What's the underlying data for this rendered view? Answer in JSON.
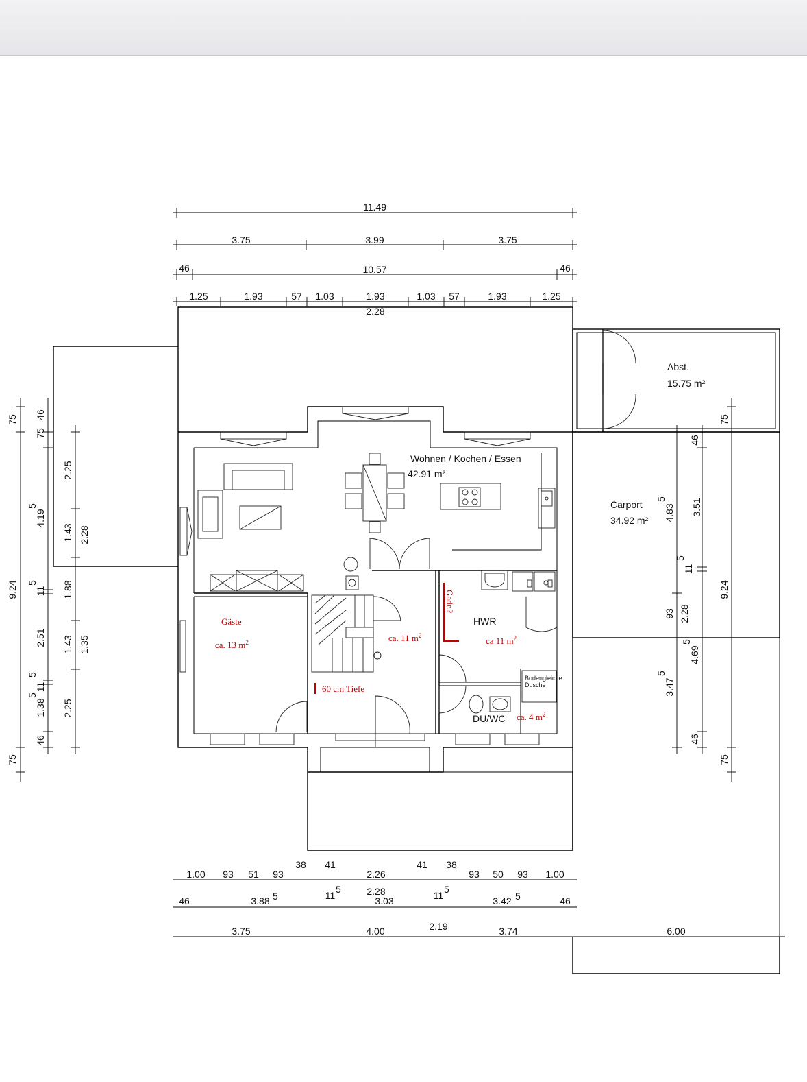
{
  "rooms": {
    "wohnen_name": "Wohnen / Kochen / Essen",
    "wohnen_area": "42.91 m²",
    "abst_name": "Abst.",
    "abst_area": "15.75 m²",
    "carport_name": "Carport",
    "carport_area": "34.92 m²",
    "gaeste_name": "Gäste",
    "gaeste_area": "ca. 13 m",
    "flur_area": "ca. 11 m",
    "hwr_name": "HWR",
    "hwr_area": "ca 11 m",
    "duwc_name": "DU/WC",
    "duwc_area": "ca. 4 m",
    "sup2": "2",
    "shower": "Bodengleiche",
    "shower2": "Dusche"
  },
  "annotations": {
    "gadr": "Gadr.?",
    "tiefe": "60 cm Tiefe"
  },
  "dims_top": {
    "r1": "11.49",
    "r2": [
      "3.75",
      "3.99",
      "3.75"
    ],
    "r3_total": "10.57",
    "r3_edge": "46",
    "r4": [
      "1.25",
      "1.93",
      "57",
      "1.03",
      "1.93",
      "1.03",
      "57",
      "1.93",
      "1.25"
    ],
    "r4_sub": "2.28"
  },
  "dims_left": {
    "outer": [
      "75",
      "9.24",
      "75"
    ],
    "col2": [
      "46",
      "75",
      "4.19",
      "11",
      "2.51",
      "11",
      "1.38",
      "46"
    ],
    "col3": [
      "2.25",
      "1.43",
      "1.88",
      "1.43",
      "2.25"
    ],
    "col4": [
      "2.28",
      "1.35"
    ],
    "sup5": "5"
  },
  "dims_right": {
    "col1": [
      "4.83",
      "3.47"
    ],
    "col2": [
      "46",
      "93",
      "4.69",
      "46"
    ],
    "col3": [
      "3.51",
      "11",
      "2.28"
    ],
    "col4": [
      "75",
      "9.24",
      "75"
    ],
    "sup5": "5"
  },
  "dims_bottom": {
    "r1": [
      "1.00",
      "93",
      "51",
      "93",
      "38",
      "41",
      "2.26",
      "41",
      "38",
      "93",
      "50",
      "93",
      "1.00"
    ],
    "r2": [
      "46",
      "3.88",
      "11",
      "2.28",
      "3.03",
      "11",
      "3.42",
      "46"
    ],
    "r3": [
      "3.75",
      "4.00",
      "2.19",
      "3.74",
      "6.00"
    ],
    "sup5": "5"
  }
}
